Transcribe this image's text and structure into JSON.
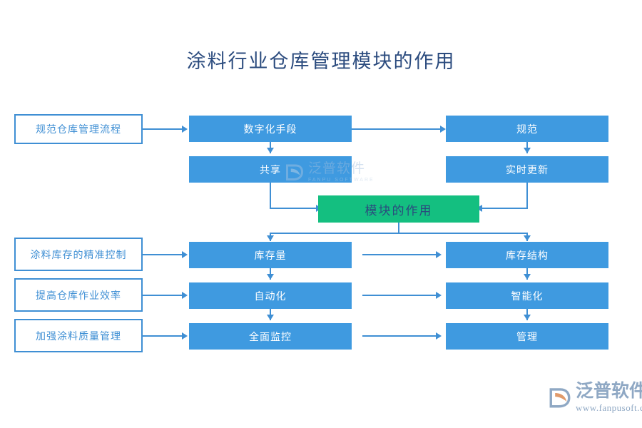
{
  "title": "涂料行业仓库管理模块的作用",
  "colors": {
    "box_fill_blue": "#3f9ae0",
    "box_outline_blue": "#3f8fd4",
    "center_green": "#14bf80",
    "title_text": "#2b4b7e",
    "connector": "#3f8fd4",
    "watermark": "#9fbede"
  },
  "nodes": {
    "left": [
      {
        "id": "left-1",
        "label": "规范仓库管理流程"
      },
      {
        "id": "left-2",
        "label": "涂料库存的精准控制"
      },
      {
        "id": "left-3",
        "label": "提高仓库作业效率"
      },
      {
        "id": "left-4",
        "label": "加强涂料质量管理"
      }
    ],
    "middle": [
      {
        "id": "mid-1",
        "label": "数字化手段"
      },
      {
        "id": "mid-2",
        "label": "共享"
      },
      {
        "id": "mid-3",
        "label": "库存量"
      },
      {
        "id": "mid-4",
        "label": "自动化"
      },
      {
        "id": "mid-5",
        "label": "全面监控"
      }
    ],
    "right": [
      {
        "id": "right-1",
        "label": "规范"
      },
      {
        "id": "right-2",
        "label": "实时更新"
      },
      {
        "id": "right-3",
        "label": "库存结构"
      },
      {
        "id": "right-4",
        "label": "智能化"
      },
      {
        "id": "right-5",
        "label": "管理"
      }
    ],
    "center": {
      "id": "center-node",
      "label": "模块的作用"
    }
  },
  "watermark": {
    "cn": "泛普软件",
    "en": "FANPU SOFTWARE"
  },
  "logo": {
    "cn": "泛普软件",
    "url": "www.fanpusoft.com"
  }
}
